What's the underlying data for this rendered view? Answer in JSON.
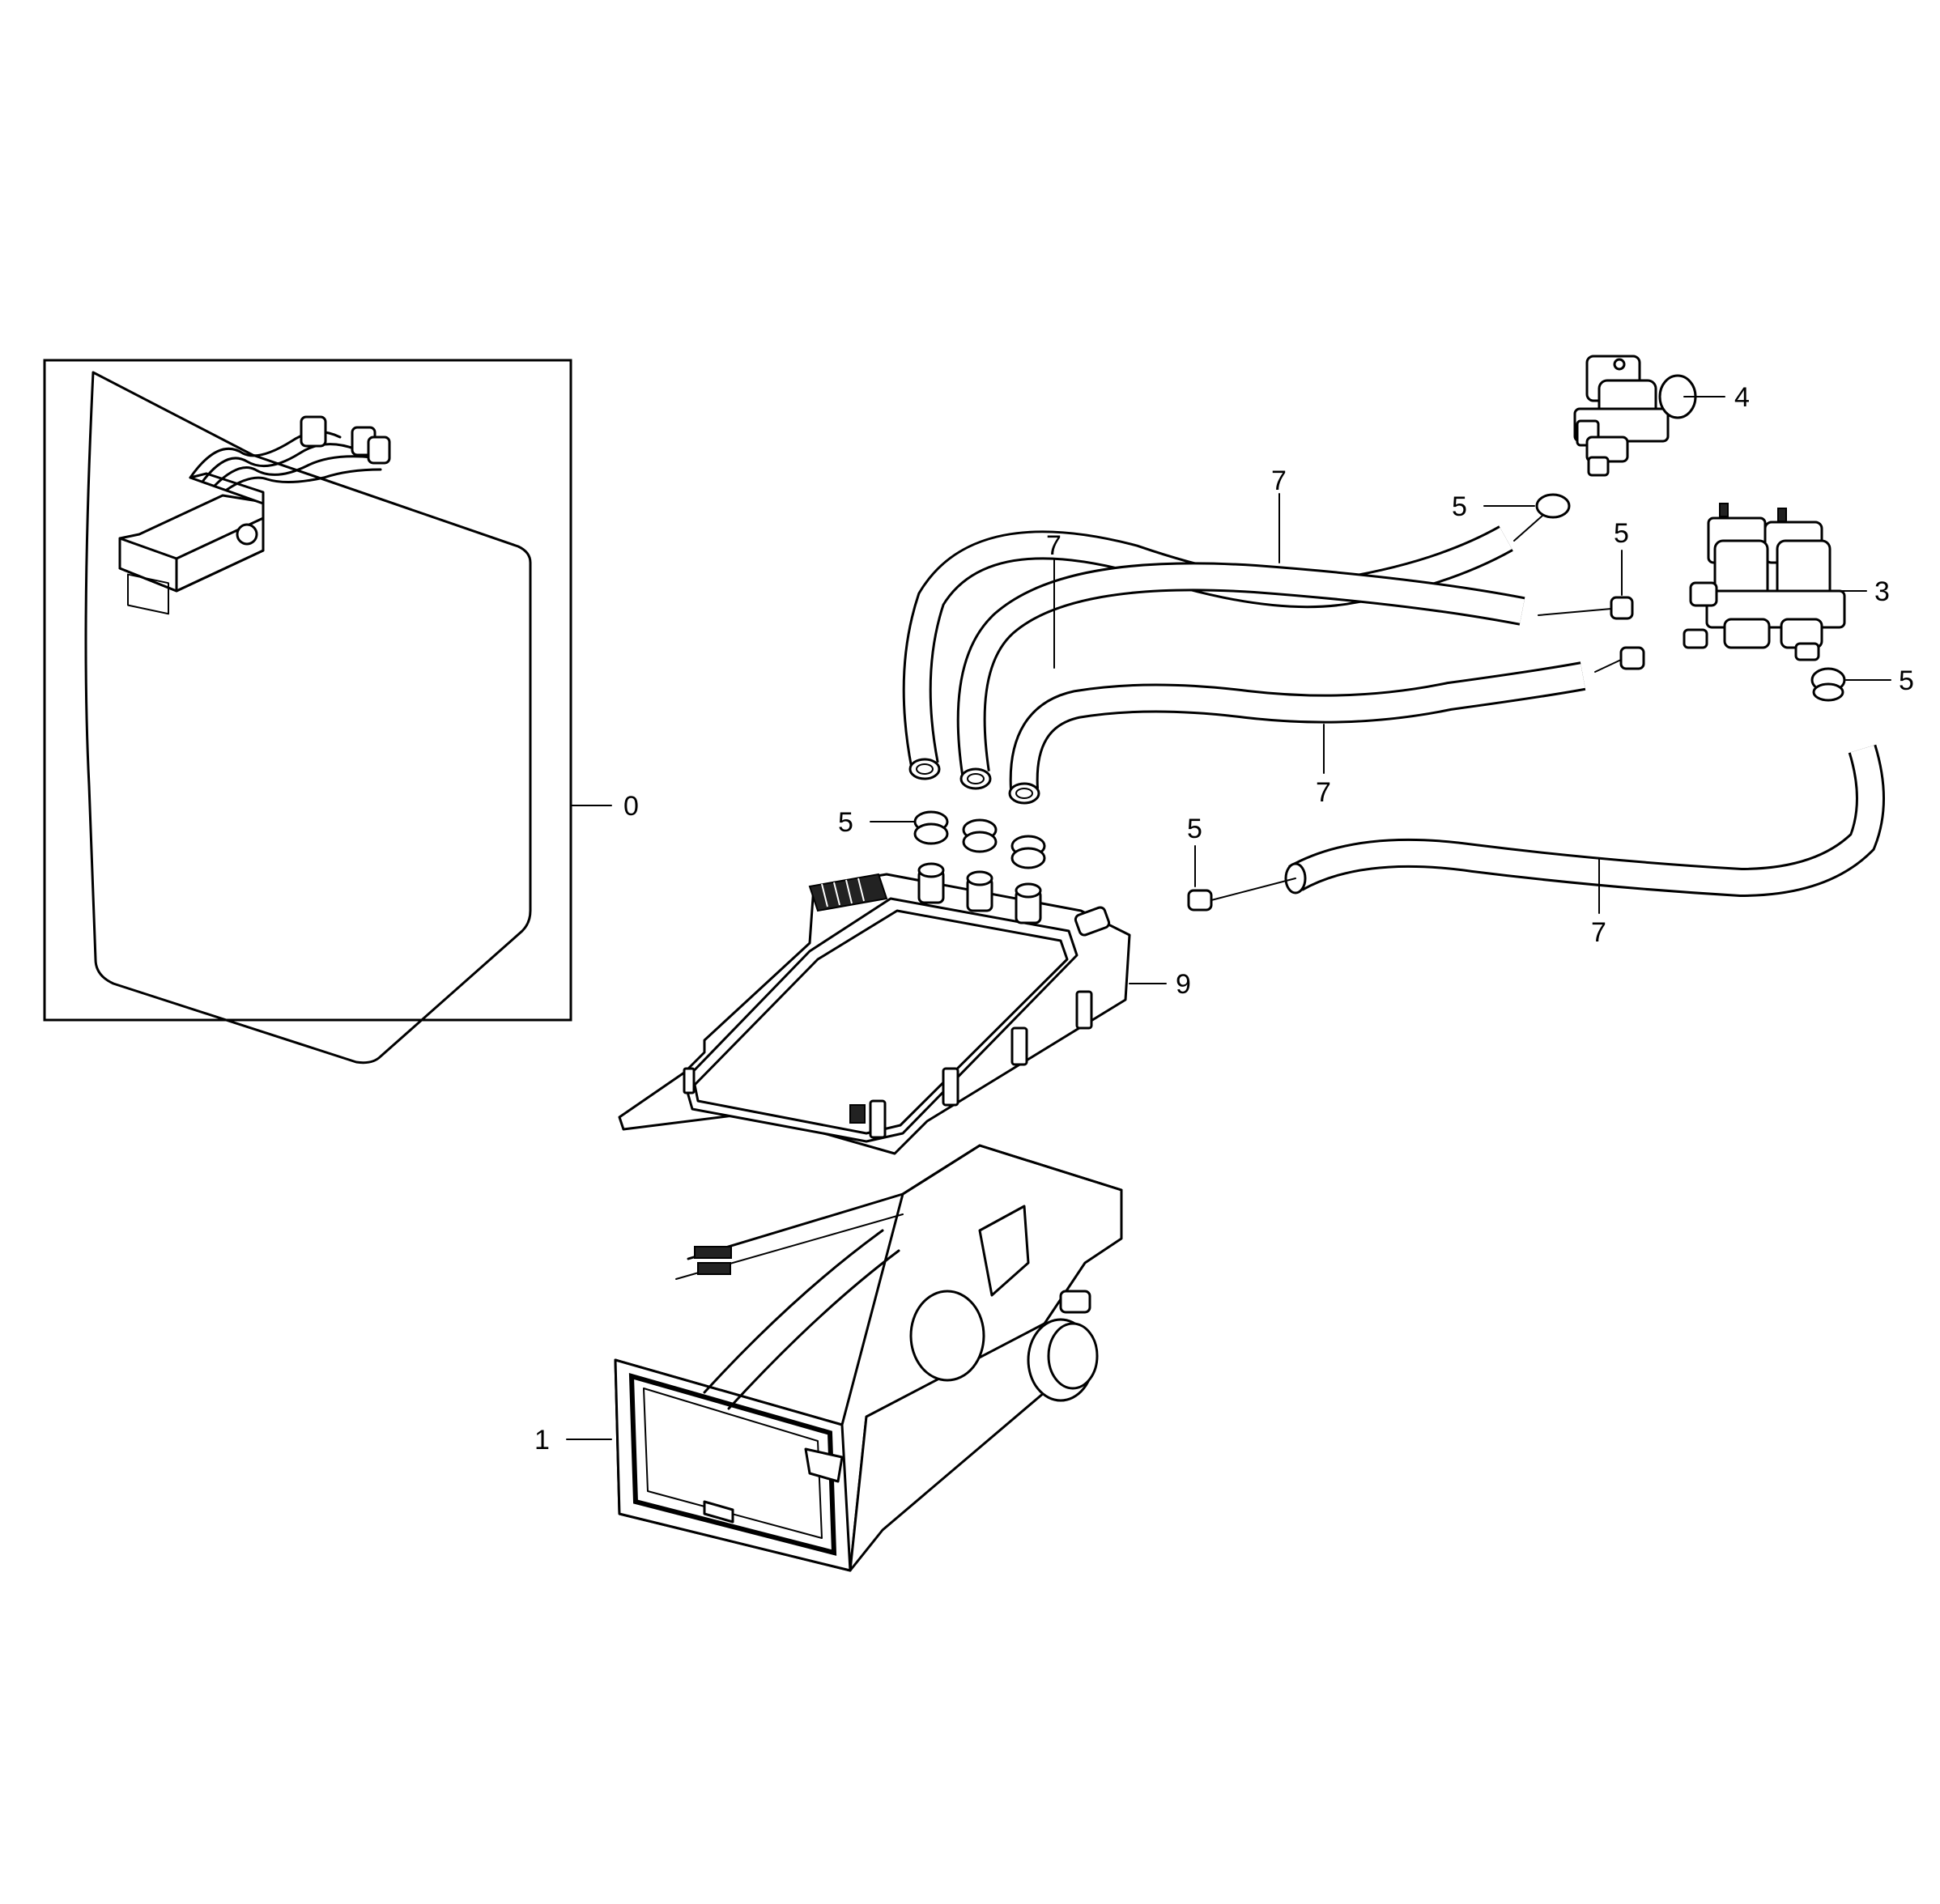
{
  "callouts": {
    "assembly": "0",
    "drawer_housing": "1",
    "valve_double": "3",
    "valve_single": "4",
    "clamp_top": "5",
    "clamp_left": "5",
    "clamp_mid_a": "5",
    "clamp_mid_b": "5",
    "clamp_right": "5",
    "hose_top": "7",
    "hose_left": "7",
    "hose_mid": "7",
    "hose_bottom": "7",
    "cover": "9"
  },
  "parts": [
    {
      "id": "0",
      "name": "assembly"
    },
    {
      "id": "1",
      "name": "drawer-housing"
    },
    {
      "id": "3",
      "name": "water-valve-double"
    },
    {
      "id": "4",
      "name": "water-valve-single"
    },
    {
      "id": "5",
      "name": "hose-clamp"
    },
    {
      "id": "7",
      "name": "water-hose"
    },
    {
      "id": "9",
      "name": "housing-cover"
    }
  ]
}
